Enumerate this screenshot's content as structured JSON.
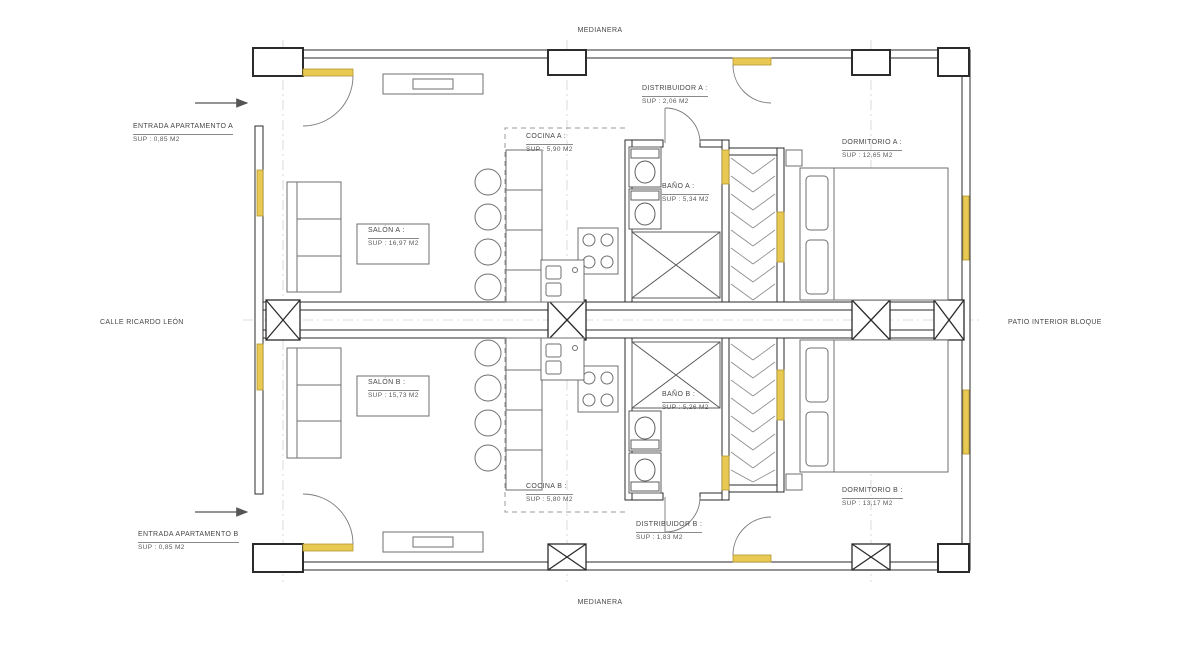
{
  "drawing": {
    "type": "architectural floor plan - two mirrored apartments",
    "accent_color": "#e8c952",
    "line_color": "#2b2b2b"
  },
  "context": {
    "medianera_top": "MEDIANERA",
    "medianera_bottom": "MEDIANERA",
    "calle": "CALLE RICARDO LEÓN",
    "patio": "PATIO INTERIOR BLOQUE"
  },
  "rooms": {
    "entrada_a": {
      "name": "ENTRADA APARTAMENTO A",
      "sup": "SUP : 0,85 M2"
    },
    "entrada_b": {
      "name": "ENTRADA APARTAMENTO B",
      "sup": "SUP : 0,85 M2"
    },
    "distribuidor_a": {
      "name": "DISTRIBUIDOR  A :",
      "sup": "SUP : 2,06 M2"
    },
    "distribuidor_b": {
      "name": "DISTRIBUIDOR  B :",
      "sup": "SUP : 1,83 M2"
    },
    "cocina_a": {
      "name": "COCINA A :",
      "sup": "SUP : 5,90 M2"
    },
    "cocina_b": {
      "name": "COCINA B :",
      "sup": "SUP : 5,80 M2"
    },
    "bano_a": {
      "name": "BAÑO A :",
      "sup": "SUP : 5,34 M2"
    },
    "bano_b": {
      "name": "BAÑO B :",
      "sup": "SUP : 5,26 M2"
    },
    "salon_a": {
      "name": "SALÓN A :",
      "sup": "SUP : 16,97 M2"
    },
    "salon_b": {
      "name": "SALÓN B :",
      "sup": "SUP : 15,73 M2"
    },
    "dormitorio_a": {
      "name": "DORMITORIO A :",
      "sup": "SUP : 12,65 M2"
    },
    "dormitorio_b": {
      "name": "DORMITORIO B :",
      "sup": "SUP : 13,17 M2"
    }
  }
}
